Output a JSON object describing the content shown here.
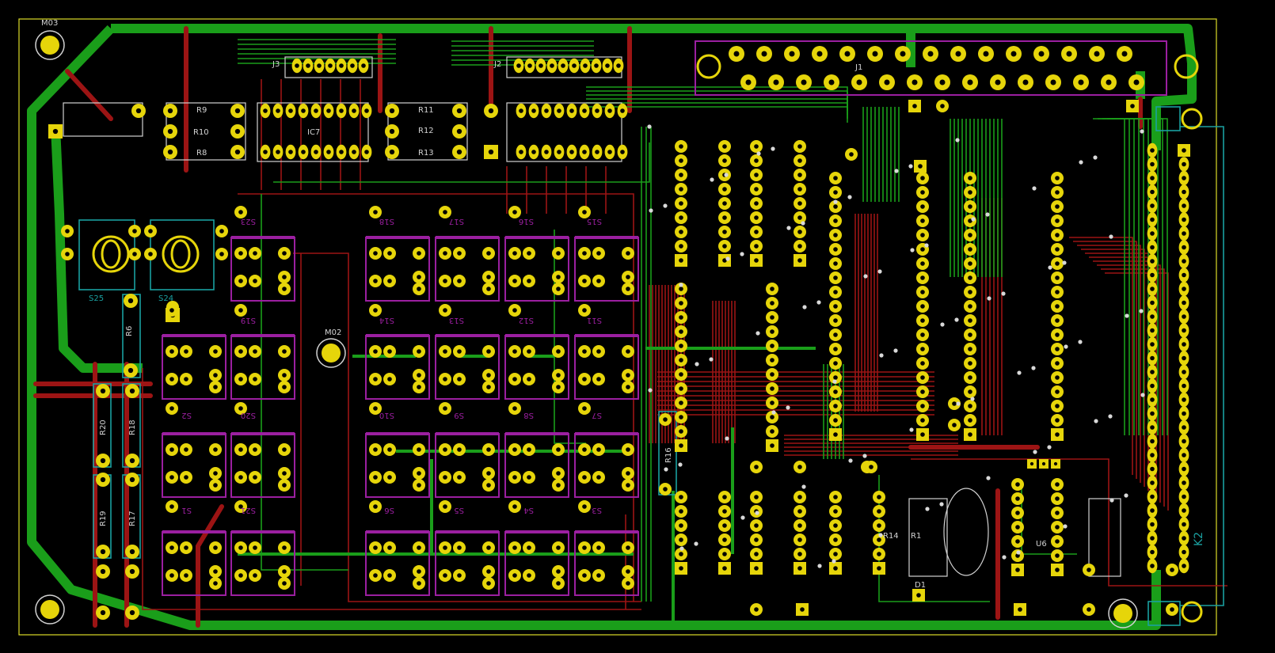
{
  "colors": {
    "background": "#000000",
    "front_copper": "#9c1414",
    "back_copper": "#1a9e1a",
    "pad": "#e6d50a",
    "silk_front": "#d2d2d2",
    "silk_back": "#1aa0a0",
    "courtyard": "#9b1fa0",
    "edge": "#dcdc28"
  },
  "labels": {
    "m03": "M03",
    "m02": "M02",
    "j3": "J3",
    "j2": "J2",
    "j1": "J1",
    "k2": "K2",
    "r9": "R9",
    "r10": "R10",
    "r8": "R8",
    "ic7": "IC7",
    "r11": "R11",
    "r12": "R12",
    "r13": "R13",
    "s25": "S25",
    "s24": "S24",
    "r6": "R6",
    "r20": "R20",
    "r18": "R18",
    "r19": "R19",
    "r17": "R17",
    "r16": "R16",
    "r14": "R14",
    "r1": "R1",
    "d1": "D1",
    "u6": "U6",
    "s23": "S23",
    "s18": "S18",
    "s17": "S17",
    "s16": "S16",
    "s15": "S15",
    "s19": "S19",
    "s14": "S14",
    "s13": "S13",
    "s12": "S12",
    "s11": "S11",
    "s2": "S2",
    "s20": "S20",
    "s10": "S10",
    "s9": "S9",
    "s8": "S8",
    "s7": "S7",
    "s1": "S1",
    "s21": "S21",
    "s6": "S6",
    "s5": "S5",
    "s4": "S4",
    "s3": "S3"
  }
}
